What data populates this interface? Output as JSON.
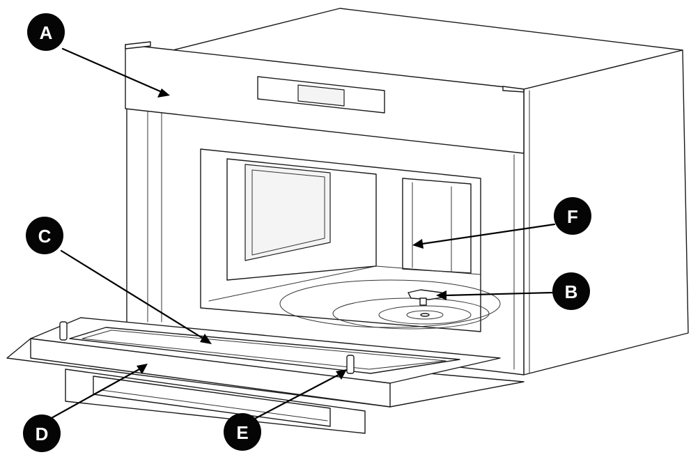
{
  "callouts": {
    "A": "A",
    "B": "B",
    "C": "C",
    "D": "D",
    "E": "E",
    "F": "F"
  },
  "colors": {
    "line": "#1a1a1a",
    "callout_fill": "#050505",
    "callout_text": "#ffffff",
    "background": "#ffffff"
  }
}
